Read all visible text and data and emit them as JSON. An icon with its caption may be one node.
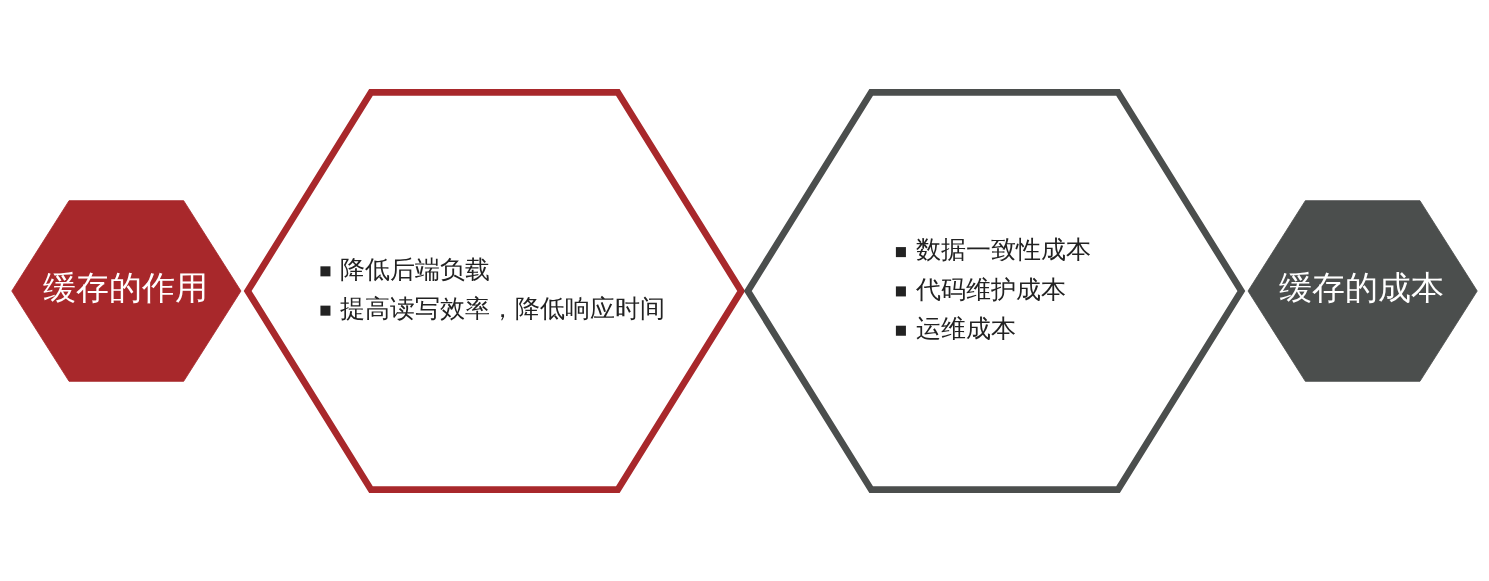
{
  "diagram": {
    "nodes": [
      {
        "text": [
          "缓存的作用"
        ]
      },
      {
        "text": [
          "降低后端负载",
          "提高读写效率，降低响应时间"
        ]
      },
      {
        "text": [
          "数据一致性成本",
          "代码维护成本",
          "运维成本"
        ]
      },
      {
        "text": [
          "缓存的成本"
        ]
      }
    ]
  }
}
